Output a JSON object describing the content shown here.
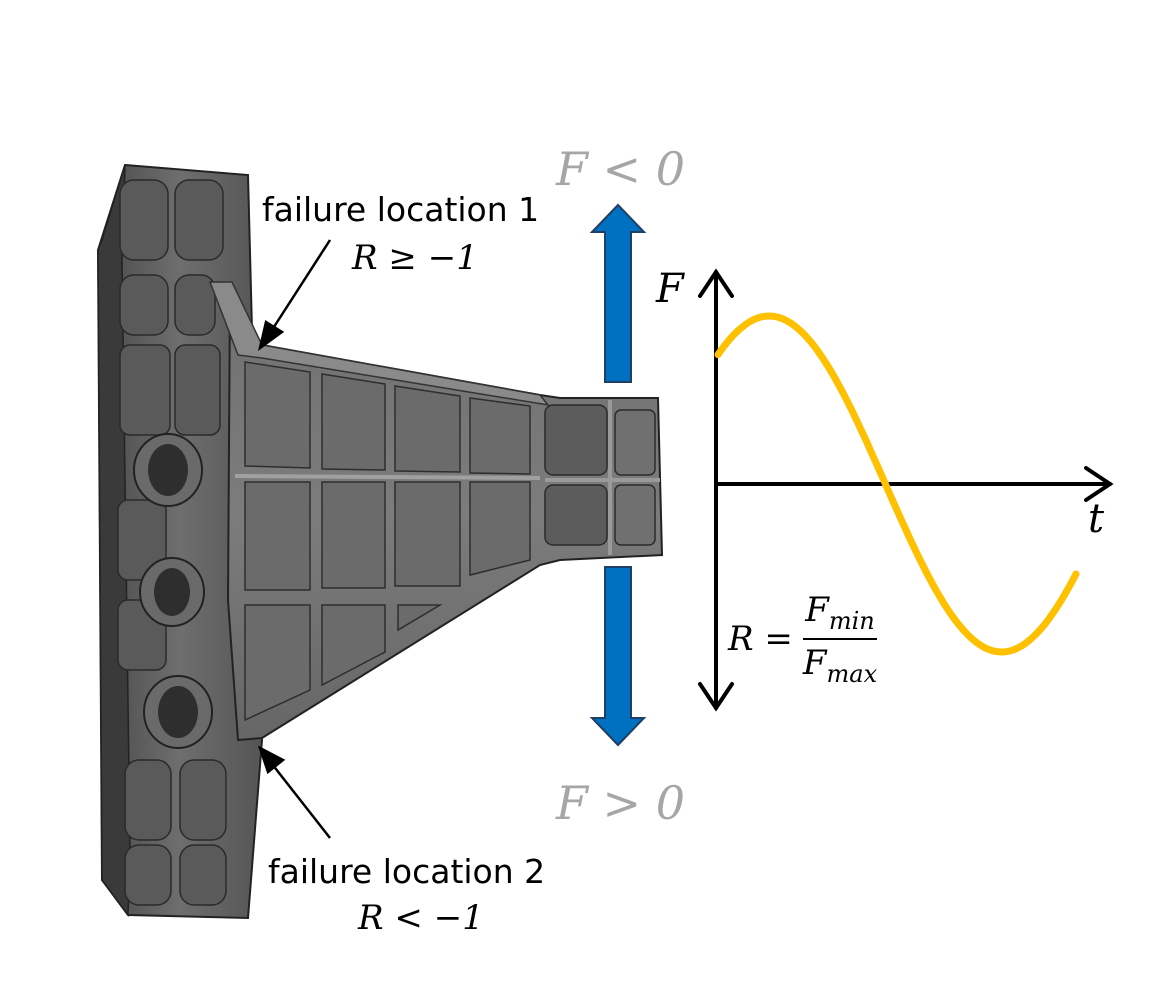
{
  "labels": {
    "failure1_title": "failure location 1",
    "failure1_cond": "R ≥ −1",
    "failure2_title": "failure location 2",
    "failure2_cond": "R < −1",
    "force_negative": "F < 0",
    "force_positive": "F > 0",
    "axis_f": "F",
    "axis_t": "t",
    "ratio_lhs": "R =",
    "ratio_num": "F",
    "ratio_num_sub": "min",
    "ratio_den": "F",
    "ratio_den_sub": "max"
  },
  "colors": {
    "part_dark": "#3d3d3d",
    "part_mid": "#6a6a6a",
    "part_light": "#9a9a9a",
    "arrow_blue": "#0070c0",
    "sine": "#ffc000",
    "label_grey": "#a6a6a6"
  }
}
